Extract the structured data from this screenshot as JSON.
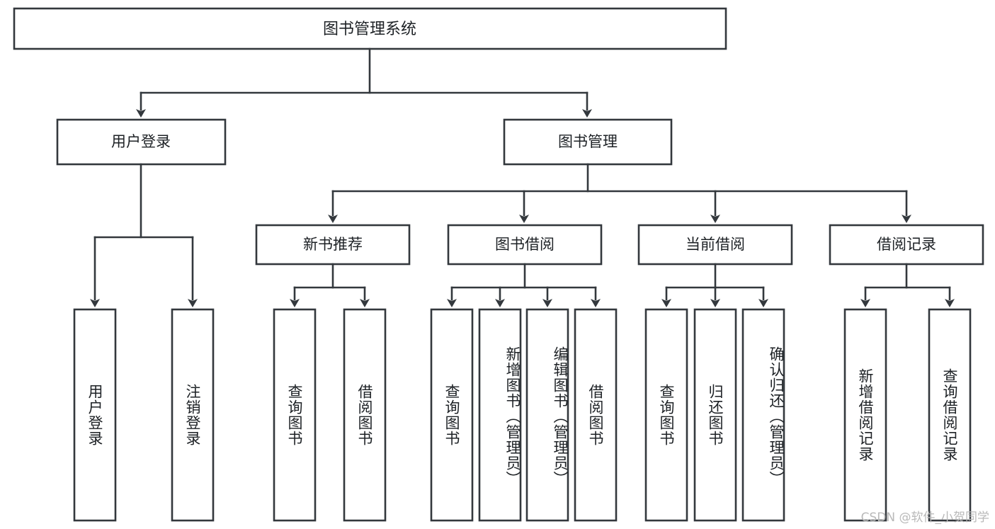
{
  "diagram": {
    "title": "图书管理系统",
    "type": "tree",
    "watermark": "CSDN @软件_小贺同学",
    "colors": {
      "stroke": "#33383d",
      "fill": "#ffffff",
      "text": "#1d2125",
      "watermark": "#b9b9b9"
    },
    "root": {
      "label": "图书管理系统"
    },
    "level2": [
      {
        "label": "用户登录"
      },
      {
        "label": "图书管理"
      }
    ],
    "level3": [
      {
        "label": "新书推荐"
      },
      {
        "label": "图书借阅"
      },
      {
        "label": "当前借阅"
      },
      {
        "label": "借阅记录"
      }
    ],
    "leaves": {
      "user_login": [
        {
          "label": "用户登录"
        },
        {
          "label": "注销登录"
        }
      ],
      "new_book_recommend": [
        {
          "label": "查询图书"
        },
        {
          "label": "借阅图书"
        }
      ],
      "book_borrow": [
        {
          "label": "查询图书"
        },
        {
          "label": "新增图书（管理员）"
        },
        {
          "label": "编辑图书（管理员）"
        },
        {
          "label": "借阅图书"
        }
      ],
      "current_borrow": [
        {
          "label": "查询图书"
        },
        {
          "label": "归还图书"
        },
        {
          "label": "确认归还（管理员）"
        }
      ],
      "borrow_record": [
        {
          "label": "新增借阅记录"
        },
        {
          "label": "查询借阅记录"
        }
      ]
    }
  }
}
